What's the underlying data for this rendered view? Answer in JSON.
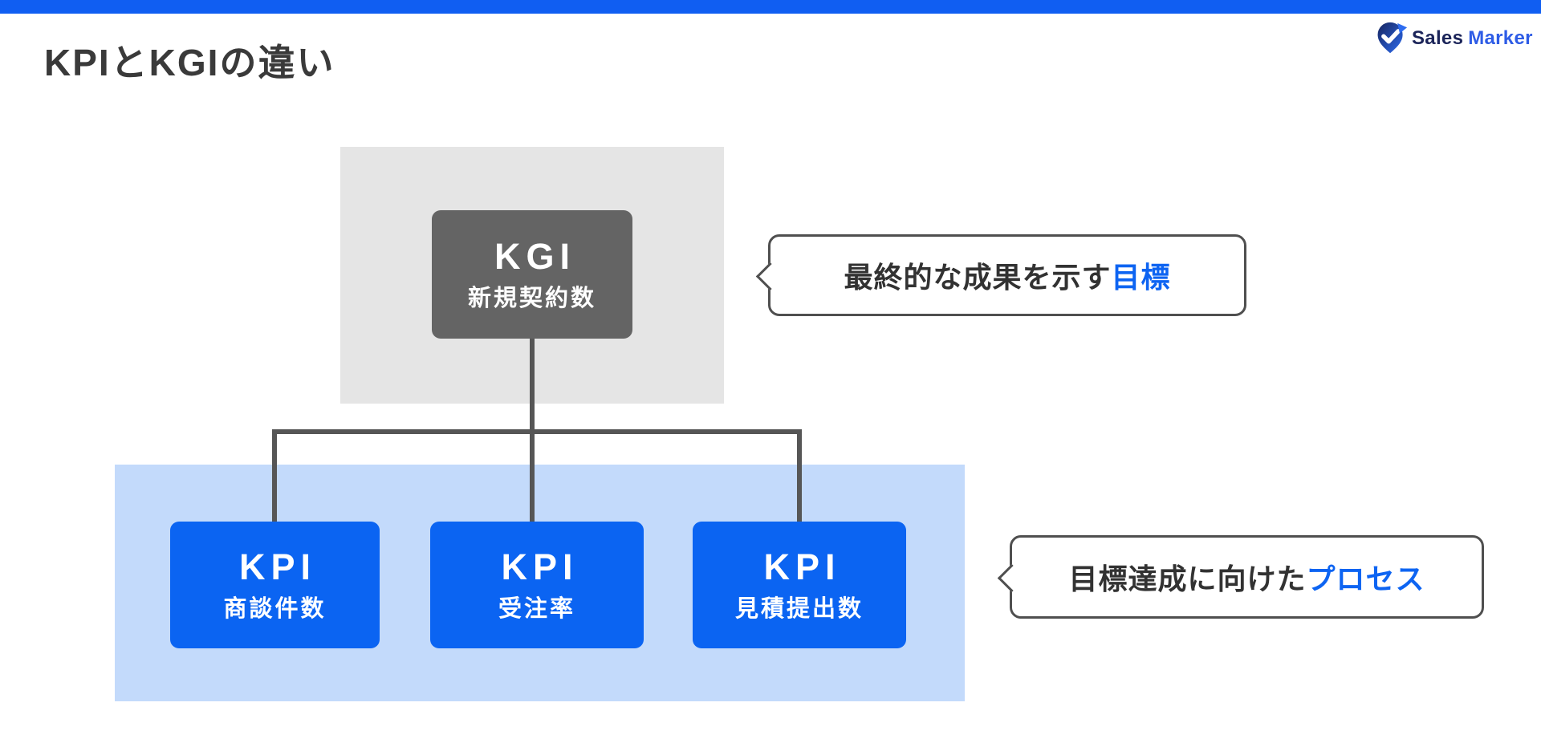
{
  "theme": {
    "accent": "#0d64f2",
    "topbar": "#105ef2",
    "title_text": "#3a3a3a",
    "panel_gray": "#e5e5e5",
    "panel_blue": "#c3dafb",
    "kgi_box": "#646464",
    "kpi_box": "#0b64f2",
    "connector": "#565656",
    "bubble_border": "#4f4f4f",
    "bubble_text": "#323232",
    "logo_navy": "#1b2459",
    "logo_blue": "#2e5ce6"
  },
  "header": {
    "title": "KPIとKGIの違い"
  },
  "logo": {
    "first": "Sales",
    "second": "Marker"
  },
  "diagram": {
    "kgi": {
      "label": "KGI",
      "sublabel": "新規契約数"
    },
    "kpis": [
      {
        "label": "KPI",
        "sublabel": "商談件数"
      },
      {
        "label": "KPI",
        "sublabel": "受注率"
      },
      {
        "label": "KPI",
        "sublabel": "見積提出数"
      }
    ],
    "callouts": [
      {
        "plain": "最終的な成果を示す",
        "accent": "目標"
      },
      {
        "plain": "目標達成に向けた",
        "accent": "プロセス"
      }
    ]
  }
}
